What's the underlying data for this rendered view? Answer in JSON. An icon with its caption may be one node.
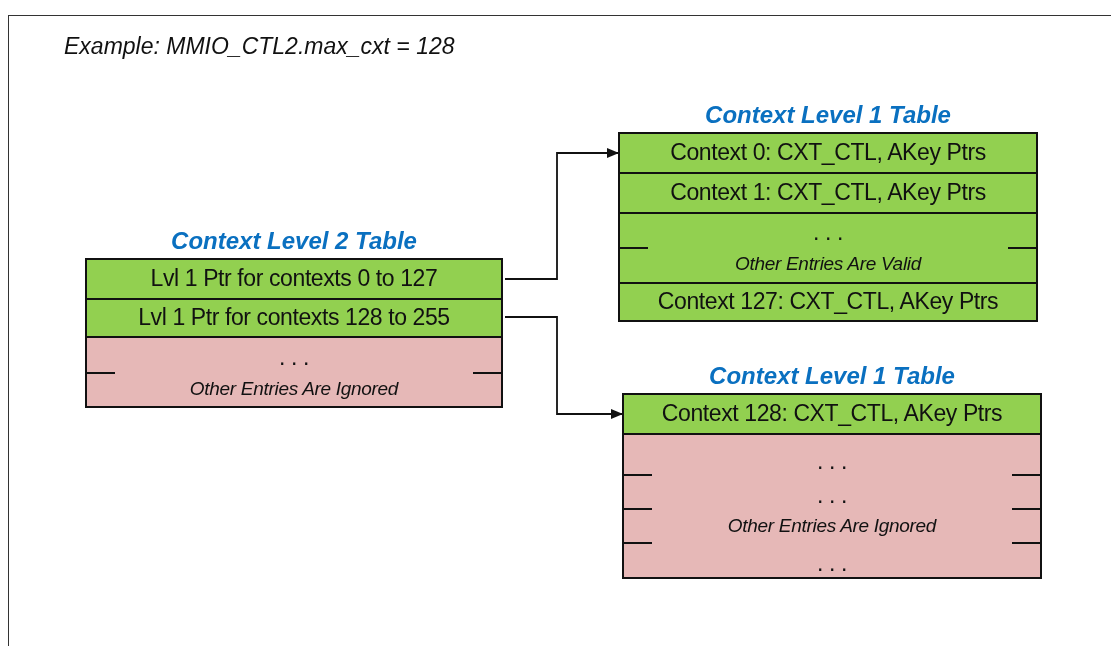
{
  "diagram": {
    "nodes": [
      {
        "text": [
          "Context Level 2 Table"
        ]
      },
      {
        "text": [
          "Lvl 1 Ptr for contexts 0 to 127"
        ],
        "in": 0
      },
      {
        "text": [
          "Lvl 1 Ptr for contexts 128 to 255"
        ],
        "in": 0
      },
      {
        "text": [
          ". . .",
          "Other Entries Are Ignored"
        ],
        "in": 0
      },
      {
        "text": [
          "Context Level 1 Table"
        ]
      },
      {
        "text": [
          "Context 0: CXT_CTL, AKey Ptrs"
        ],
        "in": 4
      },
      {
        "text": [
          "Context 1: CXT_CTL, AKey Ptrs"
        ],
        "in": 4
      },
      {
        "text": [
          ". . .",
          "Other Entries Are Valid"
        ],
        "in": 4
      },
      {
        "text": [
          "Context 127: CXT_CTL, AKey Ptrs"
        ],
        "in": 4
      },
      {
        "text": [
          "Context Level 1 Table"
        ]
      },
      {
        "text": [
          "Context 128: CXT_CTL, AKey Ptrs"
        ],
        "in": 9
      },
      {
        "text": [
          ". . .",
          ". . .",
          "Other Entries Are Ignored",
          ". . ."
        ],
        "in": 9
      }
    ],
    "edges": [
      {
        "from": 1,
        "to": 5,
        "arrow": "to"
      },
      {
        "from": 2,
        "to": 10,
        "arrow": "to"
      }
    ],
    "labels": [
      "Example: MMIO_CTL2.max_cxt = 128"
    ]
  }
}
